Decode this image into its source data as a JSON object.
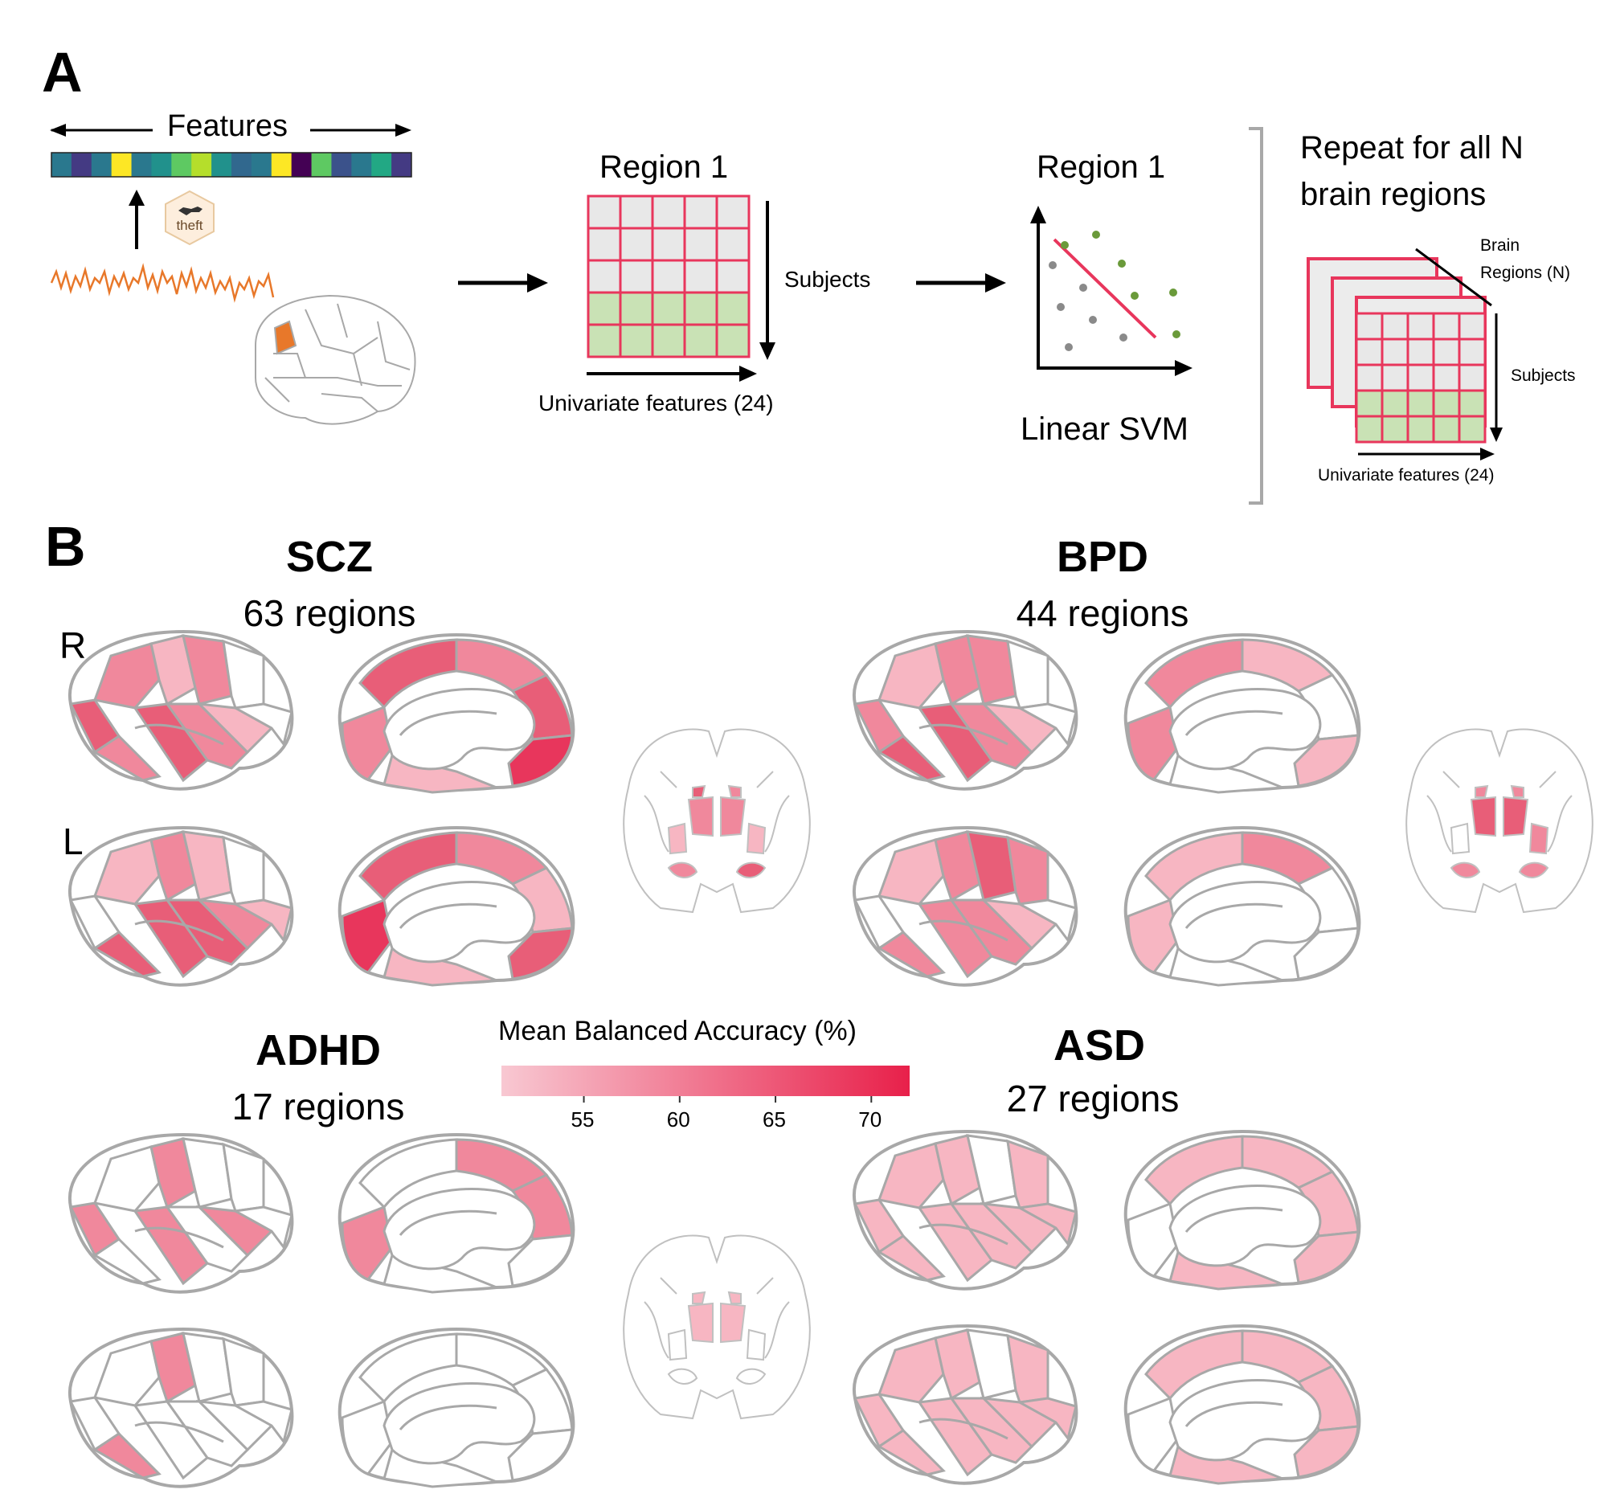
{
  "panelA": {
    "label": "A",
    "features_label": "Features",
    "theft_label": "theft",
    "region_matrix_title": "Region 1",
    "subjects_label": "Subjects",
    "univariate_label": "Univariate features (24)",
    "svm_title": "Region 1",
    "svm_label": "Linear SVM",
    "repeat_line1": "Repeat for all N",
    "repeat_line2": "brain regions",
    "brain_regions_line1": "Brain",
    "brain_regions_line2": "Regions (N)",
    "stack_subjects_label": "Subjects",
    "stack_univariate_label": "Univariate features (24)",
    "feature_colors": [
      "#2a788e",
      "#443a83",
      "#2a788e",
      "#fde725",
      "#2a788e",
      "#21918c",
      "#5ec962",
      "#b5de2b",
      "#21918c",
      "#31688e",
      "#2a788e",
      "#fde725",
      "#440154",
      "#5ec962",
      "#3b528b",
      "#2a788e",
      "#22a884",
      "#443a83"
    ],
    "colors": {
      "signal": "#e8782a",
      "region_highlight": "#e8782a",
      "matrix_border": "#e8365c",
      "matrix_top": "#e8e8e8",
      "matrix_bottom": "#c9e2b5",
      "svm_green": "#6a9a3a",
      "svm_gray": "#8a8a8a",
      "svm_line": "#e8365c"
    }
  },
  "panelB": {
    "label": "B",
    "hemisphere_right": "R",
    "hemisphere_left": "L",
    "disorders": [
      {
        "name": "SCZ",
        "regions": "63 regions"
      },
      {
        "name": "BPD",
        "regions": "44 regions"
      },
      {
        "name": "ADHD",
        "regions": "17 regions"
      },
      {
        "name": "ASD",
        "regions": "27 regions"
      }
    ],
    "colorbar": {
      "title": "Mean Balanced Accuracy (%)",
      "ticks": [
        "55",
        "60",
        "65",
        "70"
      ],
      "min": 50.7,
      "max": 72,
      "color_low": "#f8c8d2",
      "color_high": "#e8204a"
    },
    "colors": {
      "outline": "#a8a8a8",
      "light": "#f7b6c2",
      "mid": "#f0889c",
      "strong": "#e85e78",
      "strongest": "#e8365c"
    }
  }
}
